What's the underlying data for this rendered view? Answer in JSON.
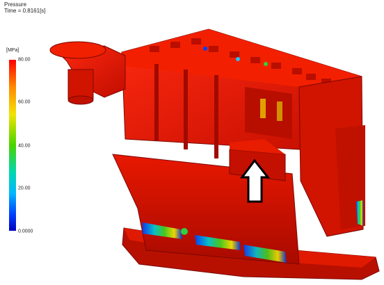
{
  "header": {
    "result_name": "Pressure",
    "time_label": "Time = 0.8161[s]"
  },
  "legend": {
    "unit": "[MPa]",
    "ticks": [
      "80.00",
      "60.00",
      "40.00",
      "20.00",
      "0.0000"
    ],
    "colors": {
      "max": "#ff0000",
      "high": "#ff8a00",
      "mid_high": "#f2e400",
      "mid": "#48d400",
      "mid_low": "#00d8b0",
      "low": "#0044ff",
      "min": "#0000c0"
    }
  },
  "scene": {
    "annotation": "up-arrow",
    "model_color": "#e01000"
  }
}
